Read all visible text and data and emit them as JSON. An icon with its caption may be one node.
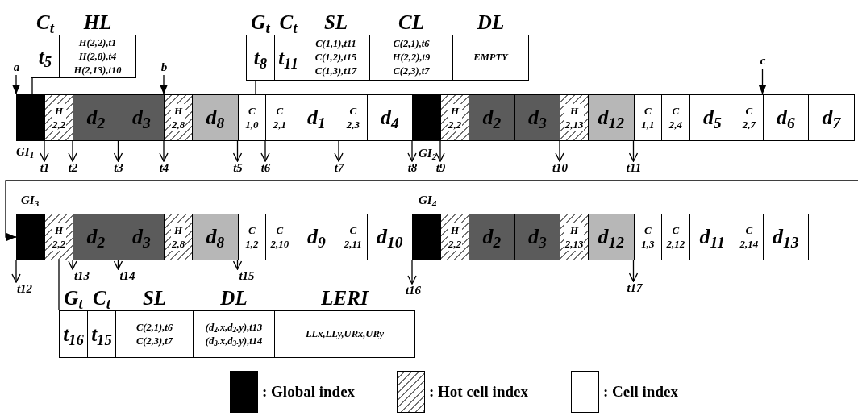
{
  "diagram": {
    "nodes": [
      {
        "text": [
          "C$_{t}$",
          "t$_{5}$"
        ]
      },
      {
        "text": [
          "HL",
          "H(2,2),t1",
          "H(2,8),t4",
          "H(2,13),t10"
        ]
      },
      {
        "text": [
          "G$_{t}$",
          "t$_{8}$"
        ]
      },
      {
        "text": [
          "C$_{t}$",
          "t$_{11}$"
        ]
      },
      {
        "text": [
          "SL",
          "C(1,1),t11",
          "C(1,2),t15",
          "C(1,3),t17"
        ]
      },
      {
        "text": [
          "CL",
          "C(2,1),t6",
          "H(2,2),t9",
          "C(2,3),t7"
        ]
      },
      {
        "text": [
          "DL",
          "EMPTY"
        ]
      },
      {
        "text": [
          "a"
        ]
      },
      {
        "text": [
          "b"
        ]
      },
      {
        "text": [
          "c"
        ]
      },
      {
        "text": [],
        "shape": "box",
        "beside": [
          "GI$_{1}$"
        ]
      },
      {
        "text": [
          "H 2,2"
        ]
      },
      {
        "text": [
          "d$_{2}$"
        ]
      },
      {
        "text": [
          "d$_{3}$"
        ]
      },
      {
        "text": [
          "H 2,8"
        ]
      },
      {
        "text": [
          "d$_{8}$"
        ]
      },
      {
        "text": [
          "C 1,0"
        ]
      },
      {
        "text": [
          "C 2,1"
        ]
      },
      {
        "text": [
          "d$_{1}$"
        ]
      },
      {
        "text": [
          "C 2,3"
        ]
      },
      {
        "text": [
          "d$_{4}$"
        ]
      },
      {
        "text": [],
        "shape": "box",
        "beside": [
          "GI$_{2}$"
        ]
      },
      {
        "text": [
          "H 2,2"
        ]
      },
      {
        "text": [
          "d$_{2}$"
        ]
      },
      {
        "text": [
          "d$_{3}$"
        ]
      },
      {
        "text": [
          "H 2,13"
        ]
      },
      {
        "text": [
          "d$_{12}$"
        ]
      },
      {
        "text": [
          "C 1,1"
        ]
      },
      {
        "text": [
          "C 2,4"
        ]
      },
      {
        "text": [
          "d$_{5}$"
        ]
      },
      {
        "text": [
          "C 2,7"
        ]
      },
      {
        "text": [
          "d$_{6}$"
        ]
      },
      {
        "text": [
          "d$_{7}$"
        ]
      },
      {
        "text": [
          "t1"
        ]
      },
      {
        "text": [
          "t2"
        ]
      },
      {
        "text": [
          "t3"
        ]
      },
      {
        "text": [
          "t4"
        ]
      },
      {
        "text": [
          "t5"
        ]
      },
      {
        "text": [
          "t6"
        ]
      },
      {
        "text": [
          "t7"
        ]
      },
      {
        "text": [
          "t8"
        ]
      },
      {
        "text": [
          "t9"
        ]
      },
      {
        "text": [
          "t10"
        ]
      },
      {
        "text": [
          "t11"
        ]
      },
      {
        "text": [],
        "shape": "box",
        "beside": [
          "GI$_{3}$"
        ]
      },
      {
        "text": [
          "H 2,2"
        ]
      },
      {
        "text": [
          "d$_{2}$"
        ]
      },
      {
        "text": [
          "d$_{3}$"
        ]
      },
      {
        "text": [
          "H 2,8"
        ]
      },
      {
        "text": [
          "d$_{8}$"
        ]
      },
      {
        "text": [
          "C 1,2"
        ]
      },
      {
        "text": [
          "C 2,10"
        ]
      },
      {
        "text": [
          "d$_{9}$"
        ]
      },
      {
        "text": [
          "C 2,11"
        ]
      },
      {
        "text": [
          "d$_{10}$"
        ]
      },
      {
        "text": [],
        "shape": "box",
        "beside": [
          "GI$_{4}$"
        ]
      },
      {
        "text": [
          "H 2,2"
        ]
      },
      {
        "text": [
          "d$_{2}$"
        ]
      },
      {
        "text": [
          "d$_{3}$"
        ]
      },
      {
        "text": [
          "H 2,13"
        ]
      },
      {
        "text": [
          "d$_{12}$"
        ]
      },
      {
        "text": [
          "C 1,3"
        ]
      },
      {
        "text": [
          "C 2,12"
        ]
      },
      {
        "text": [
          "d$_{11}$"
        ]
      },
      {
        "text": [
          "C 2,14"
        ]
      },
      {
        "text": [
          "d$_{13}$"
        ]
      },
      {
        "text": [
          "t12"
        ]
      },
      {
        "text": [
          "t13"
        ]
      },
      {
        "text": [
          "t14"
        ]
      },
      {
        "text": [
          "t15"
        ]
      },
      {
        "text": [
          "t16"
        ]
      },
      {
        "text": [
          "t17"
        ]
      },
      {
        "text": [
          "G$_{t}$",
          "t$_{16}$"
        ]
      },
      {
        "text": [
          "C$_{t}$",
          "t$_{15}$"
        ]
      },
      {
        "text": [
          "SL",
          "C(2,1),t6",
          "C(2,3),t7"
        ]
      },
      {
        "text": [
          "DL",
          "(d$_{2}$.x,d$_{2}$.y),t13",
          "(d$_{3}$.x,d$_{3}$.y),t14"
        ]
      },
      {
        "text": [
          "LERI",
          "LLx,LLy,URx,URy"
        ]
      }
    ],
    "edges": [
      {
        "from": 10,
        "to": 0,
        "arrow": "none"
      },
      {
        "from": 16,
        "to": 2,
        "arrow": "none"
      },
      {
        "from": 45,
        "to": 72,
        "arrow": "none"
      },
      {
        "from": 7,
        "to": 10,
        "arrow": "to"
      },
      {
        "from": 8,
        "to": 14,
        "arrow": "to"
      },
      {
        "from": 9,
        "to": 31,
        "arrow": "to"
      },
      {
        "from": 10,
        "to": 33,
        "arrow": "to"
      },
      {
        "from": 11,
        "to": 34,
        "arrow": "to"
      },
      {
        "from": 12,
        "to": 35,
        "arrow": "to"
      },
      {
        "from": 13,
        "to": 36,
        "arrow": "to"
      },
      {
        "from": 15,
        "to": 37,
        "arrow": "to"
      },
      {
        "from": 16,
        "to": 38,
        "arrow": "to"
      },
      {
        "from": 18,
        "to": 39,
        "arrow": "to"
      },
      {
        "from": 20,
        "to": 40,
        "arrow": "to"
      },
      {
        "from": 21,
        "to": 41,
        "arrow": "to"
      },
      {
        "from": 24,
        "to": 42,
        "arrow": "to"
      },
      {
        "from": 26,
        "to": 43,
        "arrow": "to"
      },
      {
        "from": null,
        "to": 44,
        "arrow": "to"
      },
      {
        "from": 44,
        "to": 66,
        "arrow": "to"
      },
      {
        "from": 45,
        "to": 67,
        "arrow": "to"
      },
      {
        "from": 46,
        "to": 68,
        "arrow": "to"
      },
      {
        "from": 49,
        "to": 69,
        "arrow": "to"
      },
      {
        "from": 54,
        "to": 70,
        "arrow": "to"
      },
      {
        "from": 60,
        "to": 71,
        "arrow": "to"
      }
    ],
    "legend": [
      {
        "text": ": Global index",
        "color": "#000000"
      },
      {
        "text": ": Hot cell index"
      },
      {
        "text": ": Cell index",
        "color": "#ffffff"
      }
    ]
  }
}
